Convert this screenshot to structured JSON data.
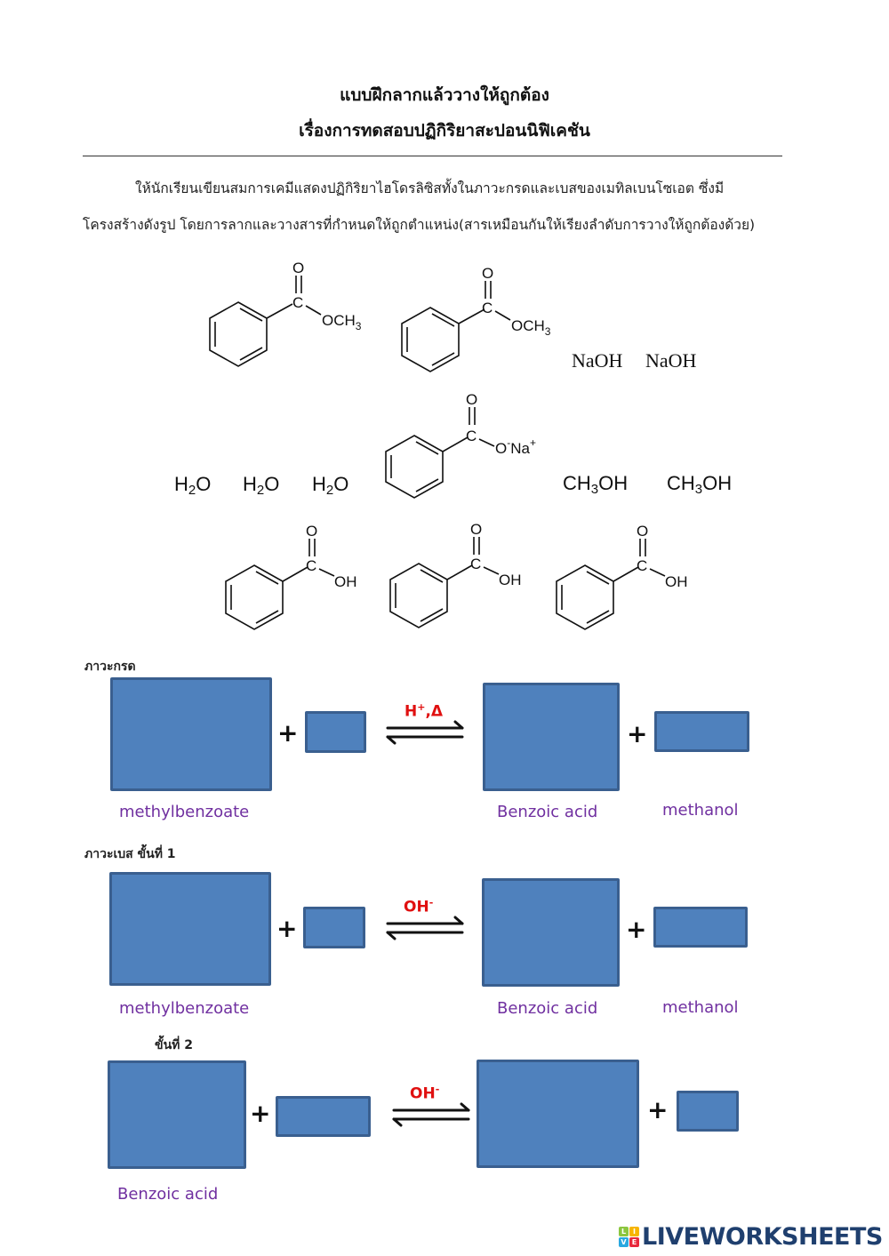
{
  "header": {
    "title": "แบบฝึกลากแล้ววางให้ถูกต้อง",
    "subtitle": "เรื่องการทดสอบปฏิกิริยาสะปอนนิฟิเคชัน"
  },
  "instructions": {
    "line1": "ให้นักเรียนเขียนสมการเคมีแสดงปฏิกิริยาไฮโดรลิซิสทั้งในภาวะกรดและเบสของเมทิลเบนโซเอต ซึ่งมี",
    "line2": "โครงสร้างดังรูป โดยการลากและวางสารที่กำหนดให้ถูกตำแหน่ง(สารเหมือนกันให้เรียงลำดับการวางให้ถูกต้องด้วย)"
  },
  "draggables": {
    "methyl_benzoate": [
      {
        "name": "methyl-benzoate-1",
        "o": "O",
        "c": "C",
        "group": "OCH",
        "group_sub": "3"
      },
      {
        "name": "methyl-benzoate-2",
        "o": "O",
        "c": "C",
        "group": "OCH",
        "group_sub": "3"
      }
    ],
    "naoh": [
      "NaOH",
      "NaOH"
    ],
    "water": [
      {
        "main": "H",
        "sub": "2",
        "tail": "O"
      },
      {
        "main": "H",
        "sub": "2",
        "tail": "O"
      },
      {
        "main": "H",
        "sub": "2",
        "tail": "O"
      }
    ],
    "sodium_benzoate": {
      "o": "O",
      "c": "C",
      "group": "O",
      "charge": "-",
      "cation": "Na",
      "cation_charge": "+"
    },
    "methanol": [
      {
        "main": "CH",
        "sub": "3",
        "tail": "OH"
      },
      {
        "main": "CH",
        "sub": "3",
        "tail": "OH"
      }
    ],
    "benzoic_acid": [
      {
        "o": "O",
        "c": "C",
        "group": "OH"
      },
      {
        "o": "O",
        "c": "C",
        "group": "OH"
      },
      {
        "o": "O",
        "c": "C",
        "group": "OH"
      }
    ]
  },
  "sections": {
    "acid": {
      "label": "ภาวะกรด",
      "condition_main": "H",
      "condition_sup": "+",
      "condition_tail": ",Δ",
      "plus": "+",
      "captions": {
        "reactant": "methylbenzoate",
        "product1": "Benzoic acid",
        "product2": "methanol"
      }
    },
    "base1": {
      "label": "ภาวะเบส  ขั้นที่ 1",
      "condition_main": "OH",
      "condition_sup": "-",
      "plus": "+",
      "captions": {
        "reactant": "methylbenzoate",
        "product1": "Benzoic acid",
        "product2": "methanol"
      }
    },
    "base2": {
      "label": "ขั้นที่ 2",
      "condition_main": "OH",
      "condition_sup": "-",
      "plus": "+",
      "captions": {
        "reactant": "Benzoic acid"
      }
    }
  },
  "colors": {
    "drop_zone": "#4f81bd",
    "drop_zone_border": "#3a5f8f",
    "caption": "#7030a0",
    "condition": "#e01010",
    "logo_text": "#1f3f6e"
  },
  "footer": {
    "logo_letters": [
      "L",
      "I",
      "V",
      "E"
    ],
    "logo_text": "LIVEWORKSHEETS"
  }
}
